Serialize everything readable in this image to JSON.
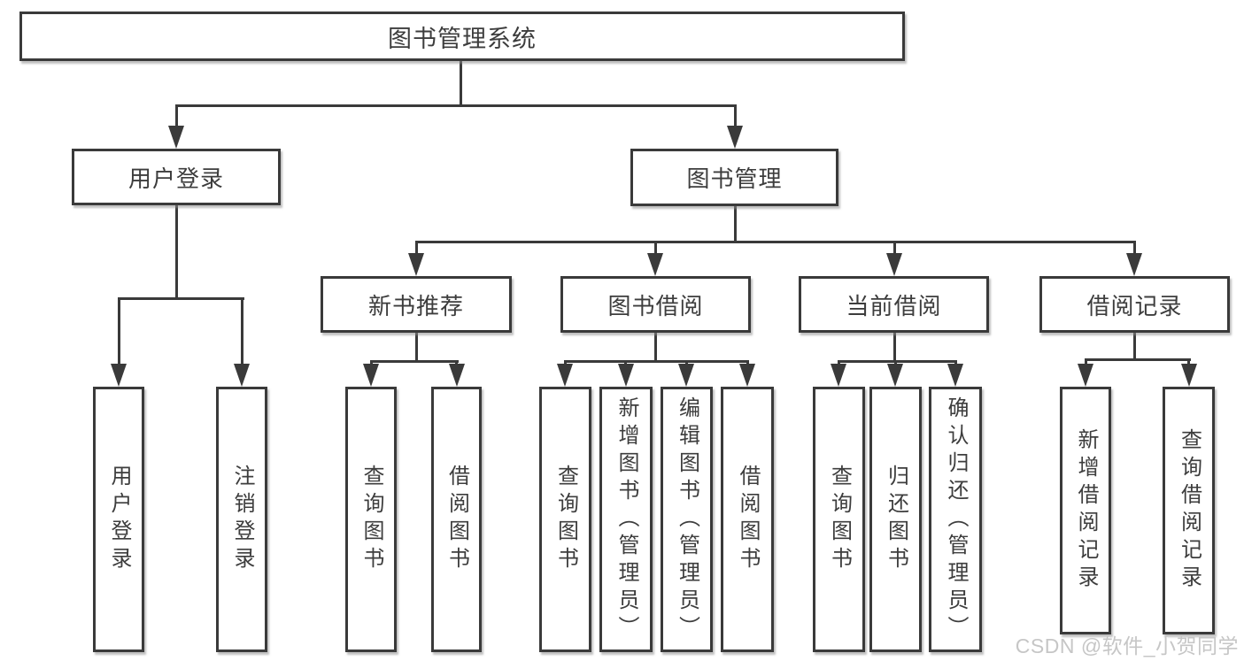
{
  "diagram": {
    "type": "tree",
    "title": "图书管理系统",
    "watermark": "CSDN @软件_小贺同学",
    "colors": {
      "background": "#ffffff",
      "line": "#3a3a3a",
      "text": "#3d3d3d",
      "box_fill": "#ffffff",
      "watermark": "#c6c6c6"
    },
    "tree": {
      "root": {
        "label": "图书管理系统"
      },
      "children": [
        {
          "label": "用户登录",
          "children": [
            {
              "label": "用户登录"
            },
            {
              "label": "注销登录"
            }
          ]
        },
        {
          "label": "图书管理",
          "children": [
            {
              "label": "新书推荐",
              "children": [
                {
                  "label": "查询图书"
                },
                {
                  "label": "借阅图书"
                }
              ]
            },
            {
              "label": "图书借阅",
              "children": [
                {
                  "label": "查询图书"
                },
                {
                  "label": "新增图书（管理员）"
                },
                {
                  "label": "编辑图书（管理员）"
                },
                {
                  "label": "借阅图书"
                }
              ]
            },
            {
              "label": "当前借阅",
              "children": [
                {
                  "label": "查询图书"
                },
                {
                  "label": "归还图书"
                },
                {
                  "label": "确认归还（管理员）"
                }
              ]
            },
            {
              "label": "借阅记录",
              "children": [
                {
                  "label": "新增借阅记录"
                },
                {
                  "label": "查询借阅记录"
                }
              ]
            }
          ]
        }
      ]
    }
  }
}
